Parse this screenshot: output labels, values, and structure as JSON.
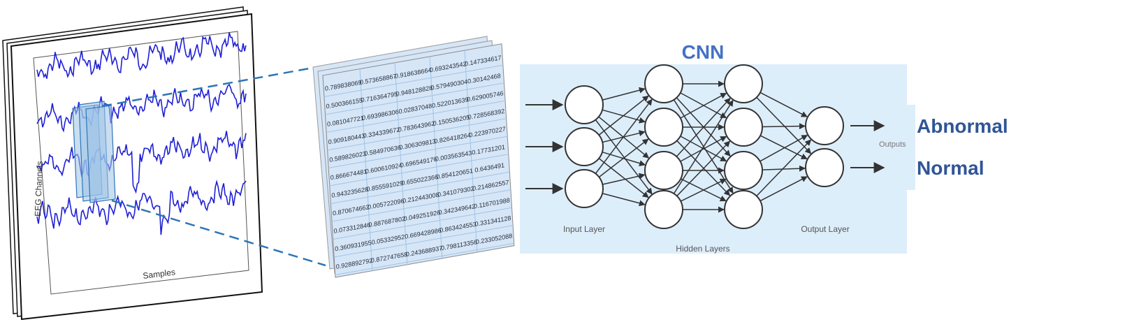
{
  "eeg": {
    "y_label": "EEG Channels",
    "x_label": "Samples",
    "channel_count": 4,
    "trace_color": "#1f1fd6",
    "window_color": "#5b9bd5"
  },
  "matrix": {
    "rows": [
      [
        "0.789838069",
        "0.573658867",
        "0.918638664",
        "0.693243542",
        "0.147334617"
      ],
      [
        "0.500366155",
        "0.716364795",
        "0.948128828",
        "0.579490304",
        "0.30142468"
      ],
      [
        "0.081047721",
        "0.693986306",
        "0.02837048",
        "0.522013639",
        "0.629005746"
      ],
      [
        "0.909180443",
        "0.334339672",
        "0.783643962",
        "0.150536205",
        "0.728568392"
      ],
      [
        "0.589826023",
        "0.584970636",
        "0.306309813",
        "0.826418264",
        "0.223970227"
      ],
      [
        "0.866674481",
        "0.600610924",
        "0.696549176",
        "0.003563543",
        "0.17731201"
      ],
      [
        "0.943235628",
        "0.855591029",
        "0.655022366",
        "0.854120651",
        "0.6436491"
      ],
      [
        "0.870674662",
        "0.005722096",
        "0.212443008",
        "0.341079302",
        "0.214862557"
      ],
      [
        "0.073312846",
        "0.887687802",
        "0.049251926",
        "0.342349642",
        "0.116701988"
      ],
      [
        "0.360931955",
        "0.05332952",
        "0.669428986",
        "0.863424553",
        "0.331341128"
      ],
      [
        "0.928892792",
        "0.872747658",
        "0.243688937",
        "0.798113356",
        "0.233052088"
      ]
    ],
    "fill_color": "#d6e6f7",
    "line_color": "#9ec3e6"
  },
  "cnn": {
    "title": "CNN",
    "layers": [
      {
        "label": "Input Layer",
        "nodes": 3
      },
      {
        "label": "",
        "nodes": 4
      },
      {
        "label": "",
        "nodes": 4
      },
      {
        "label": "Output Layer",
        "nodes": 2
      }
    ],
    "hidden_label": "Hidden Layers",
    "outputs_label": "Outputs",
    "background": "#ddeefb"
  },
  "classes": {
    "abnormal": "Abnormal",
    "normal": "Normal"
  }
}
